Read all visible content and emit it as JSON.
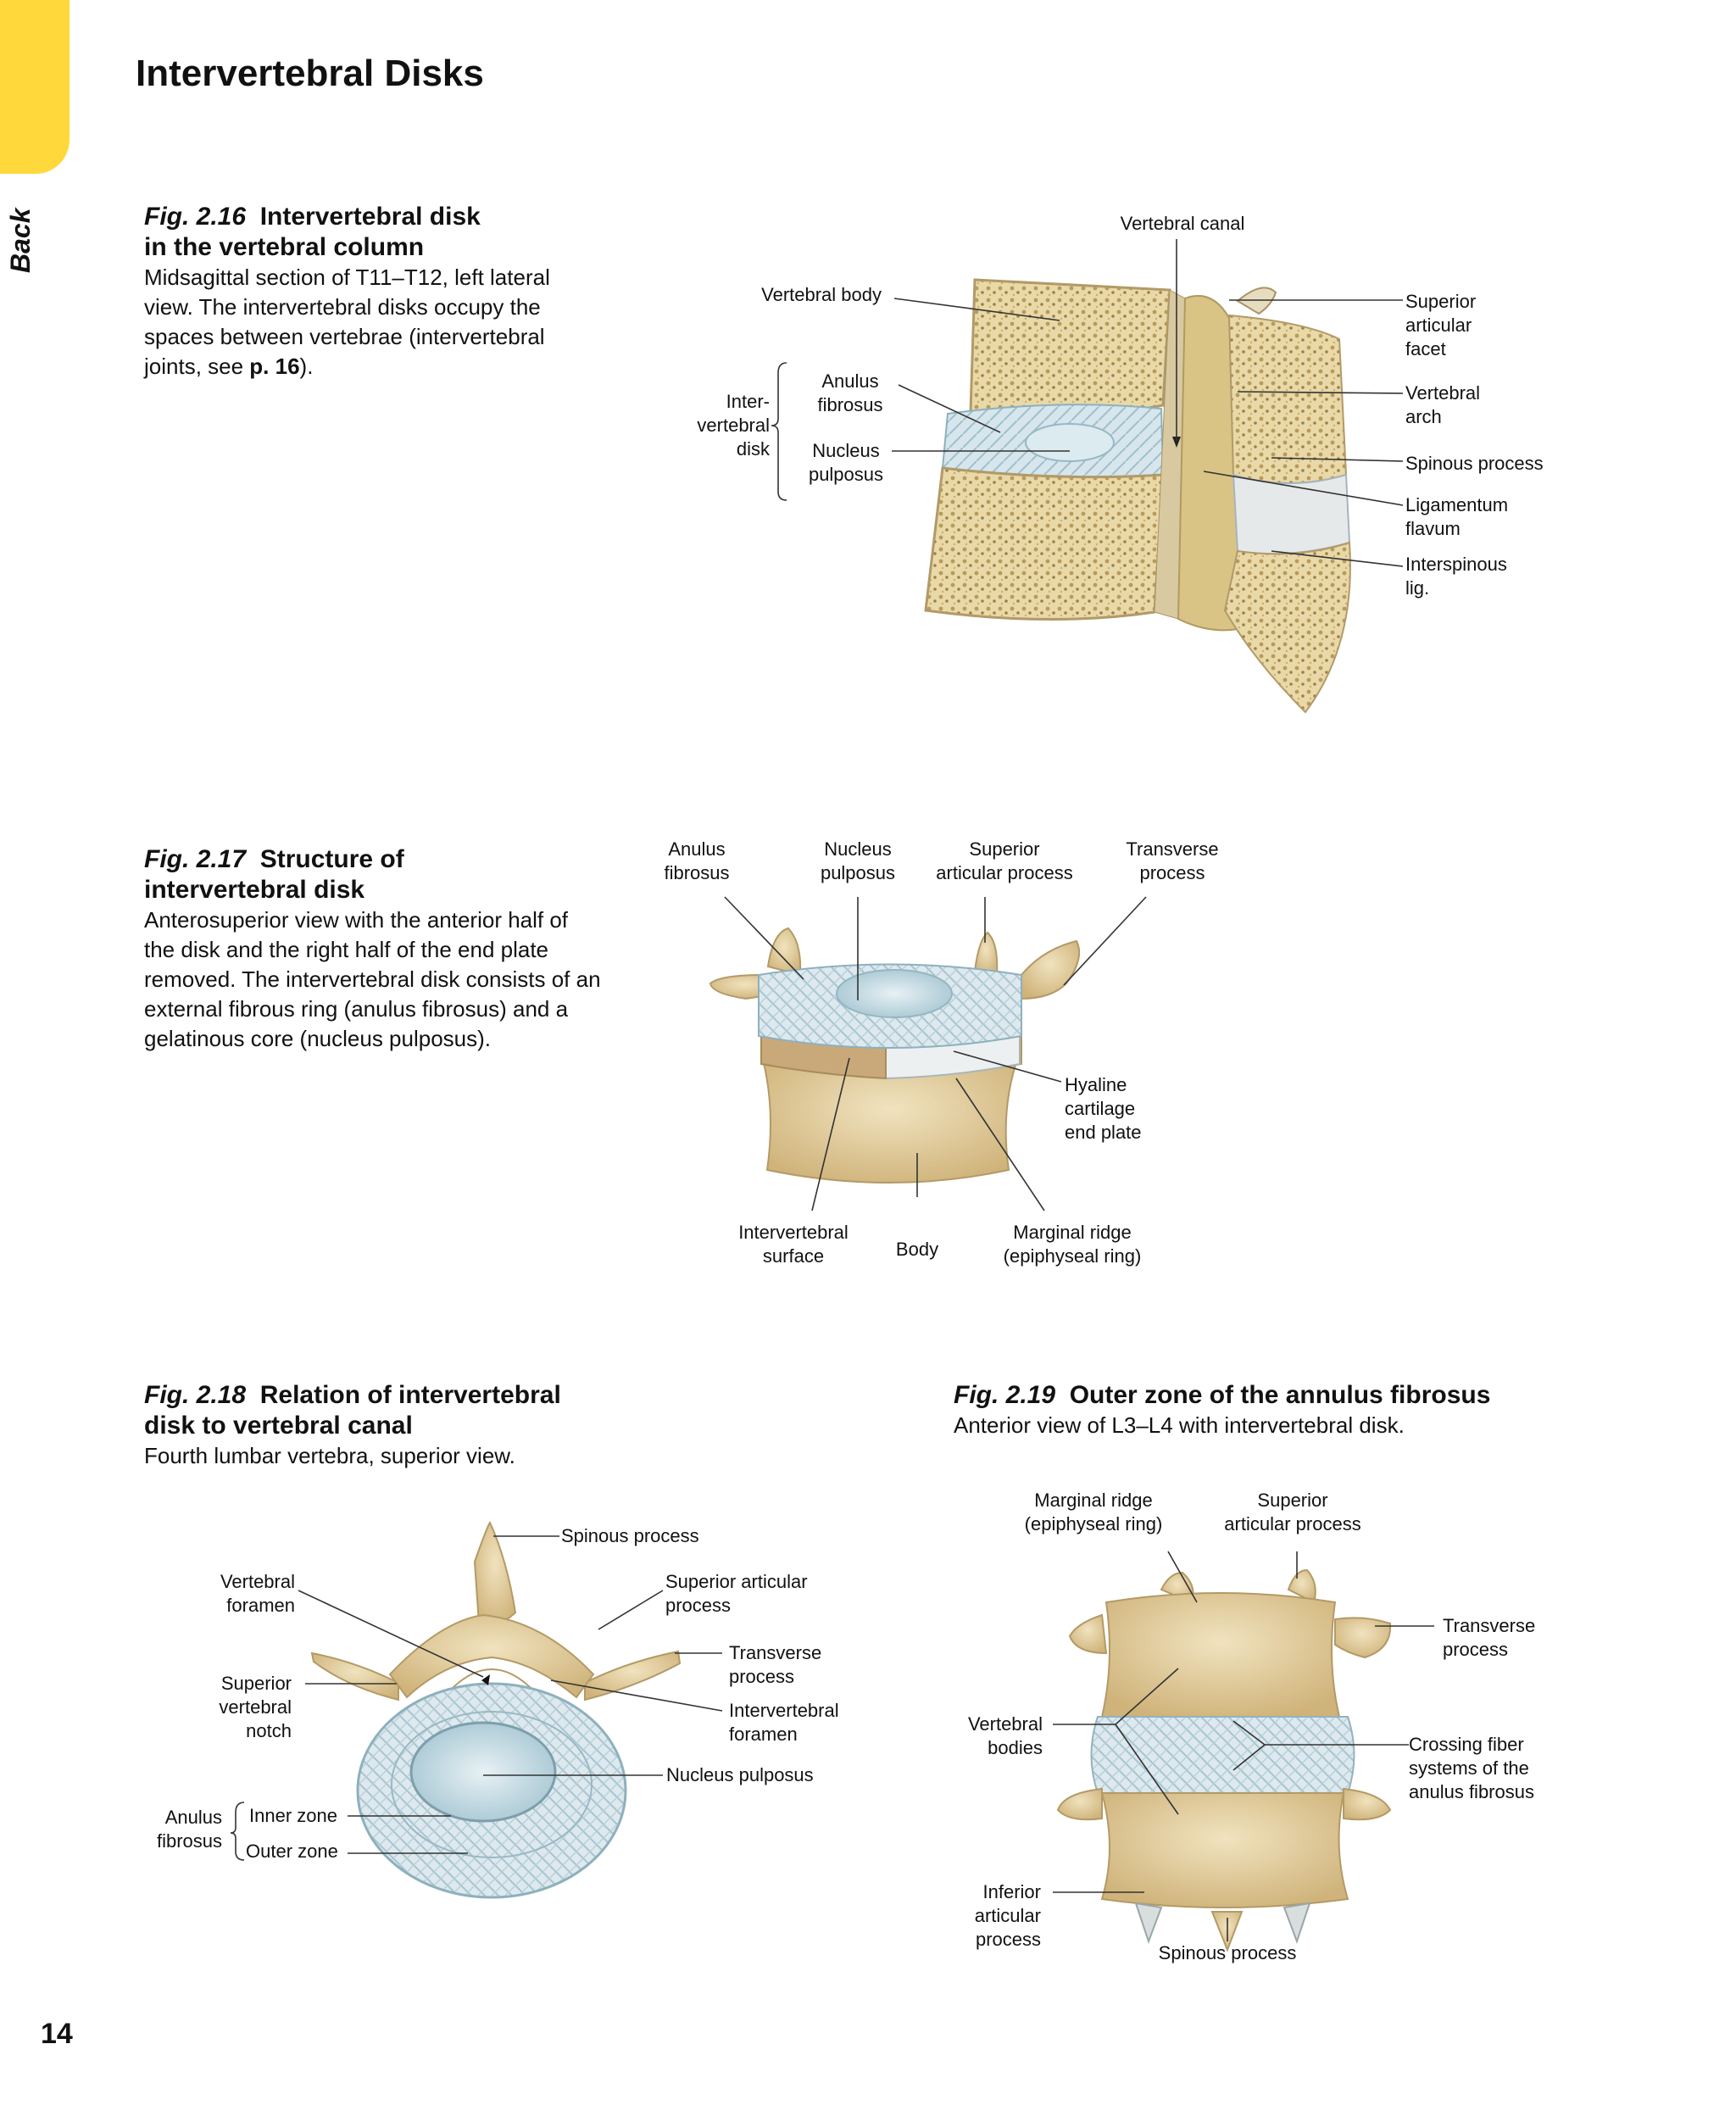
{
  "page": {
    "side_tab": "Back",
    "title": "Intervertebral Disks",
    "number": "14"
  },
  "fig216": {
    "num": "Fig. 2.16",
    "title_a": "Intervertebral disk",
    "title_b": "in the vertebral column",
    "desc": "Midsagittal section of T11–T12, left lateral view. The intervertebral disks occupy the spaces between vertebrae (intervertebral joints, see ",
    "desc_ref": "p. 16",
    "desc_end": ").",
    "labels": {
      "vertebral_canal": "Vertebral canal",
      "vertebral_body": "Vertebral body",
      "inter_vertebral_disk": "Inter-\nvertebral\ndisk",
      "anulus_fibrosus": "Anulus\nfibrosus",
      "nucleus_pulposus": "Nucleus\npulposus",
      "superior_articular_facet": "Superior\narticular\nfacet",
      "vertebral_arch": "Vertebral\narch",
      "spinous_process": "Spinous process",
      "ligamentum_flavum": "Ligamentum\nflavum",
      "interspinous_lig": "Interspinous\nlig."
    }
  },
  "fig217": {
    "num": "Fig. 2.17",
    "title_a": "Structure of",
    "title_b": "intervertebral disk",
    "desc": "Anterosuperior view with the anterior half of the disk and the right half of the end plate removed. The intervertebral disk consists of an external fibrous ring (anulus fibrosus) and a gelatinous core (nucleus pulposus).",
    "labels": {
      "anulus_fibrosus": "Anulus\nfibrosus",
      "nucleus_pulposus": "Nucleus\npulposus",
      "superior_articular_process": "Superior\narticular process",
      "transverse_process": "Transverse\nprocess",
      "hyaline_cartilage": "Hyaline\ncartilage\nend plate",
      "intervertebral_surface": "Intervertebral\nsurface",
      "body": "Body",
      "marginal_ridge": "Marginal ridge\n(epiphyseal ring)"
    }
  },
  "fig218": {
    "num": "Fig. 2.18",
    "title_a": "Relation of intervertebral",
    "title_b": "disk to vertebral canal",
    "desc": "Fourth lumbar vertebra, superior view.",
    "labels": {
      "spinous_process": "Spinous process",
      "vertebral_foramen": "Vertebral\nforamen",
      "superior_articular_process": "Superior articular\nprocess",
      "transverse_process": "Transverse\nprocess",
      "superior_vertebral_notch": "Superior\nvertebral\nnotch",
      "intervertebral_foramen": "Intervertebral\nforamen",
      "nucleus_pulposus": "Nucleus pulposus",
      "anulus_fibrosus": "Anulus\nfibrosus",
      "inner_zone": "Inner zone",
      "outer_zone": "Outer zone"
    }
  },
  "fig219": {
    "num": "Fig. 2.19",
    "title": "Outer zone of the annulus fibrosus",
    "desc": "Anterior view of L3–L4 with intervertebral disk.",
    "labels": {
      "marginal_ridge": "Marginal ridge\n(epiphyseal ring)",
      "superior_articular_process": "Superior\narticular process",
      "transverse_process": "Transverse\nprocess",
      "vertebral_bodies": "Vertebral\nbodies",
      "crossing_fiber": "Crossing fiber\nsystems of the\nanulus fibrosus",
      "inferior_articular_process": "Inferior\narticular\nprocess",
      "spinous_process": "Spinous process"
    }
  }
}
